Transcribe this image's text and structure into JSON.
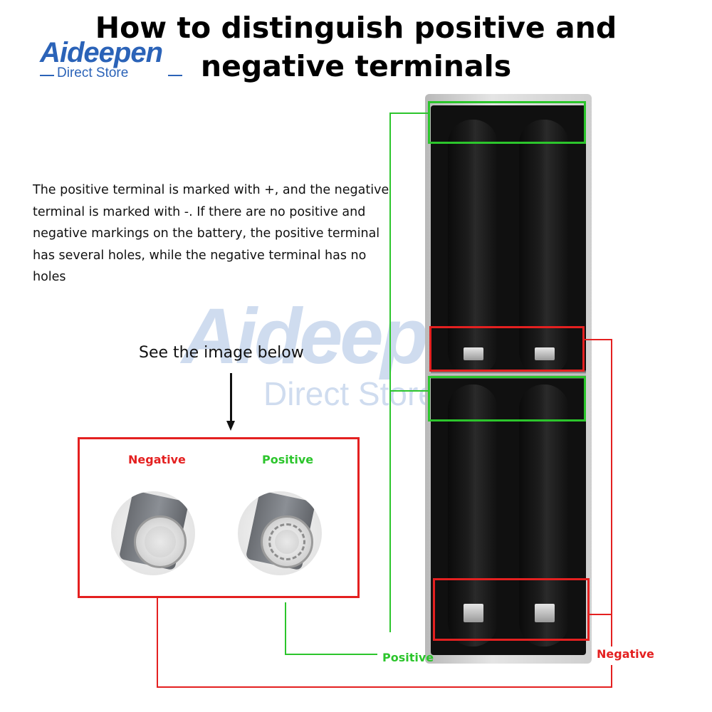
{
  "logo": {
    "word": "Aideepen",
    "subtitle": "Direct Store"
  },
  "title": "How to distinguish positive and negative terminals",
  "description": "The positive terminal is marked with +, and the negative terminal is marked with -. If there are no positive and negative markings on the battery, the positive terminal has several holes, while the negative terminal has no holes",
  "watermark": {
    "word": "Aideepen",
    "subtitle": "Direct Store"
  },
  "see_below": "See the image below",
  "comparison": {
    "negative_label": "Negative",
    "positive_label": "Positive"
  },
  "holder_labels": {
    "positive": "Positive",
    "negative": "Negative"
  },
  "colors": {
    "positive": "#2cc52c",
    "negative": "#e42020",
    "brand": "#2b63b8"
  }
}
